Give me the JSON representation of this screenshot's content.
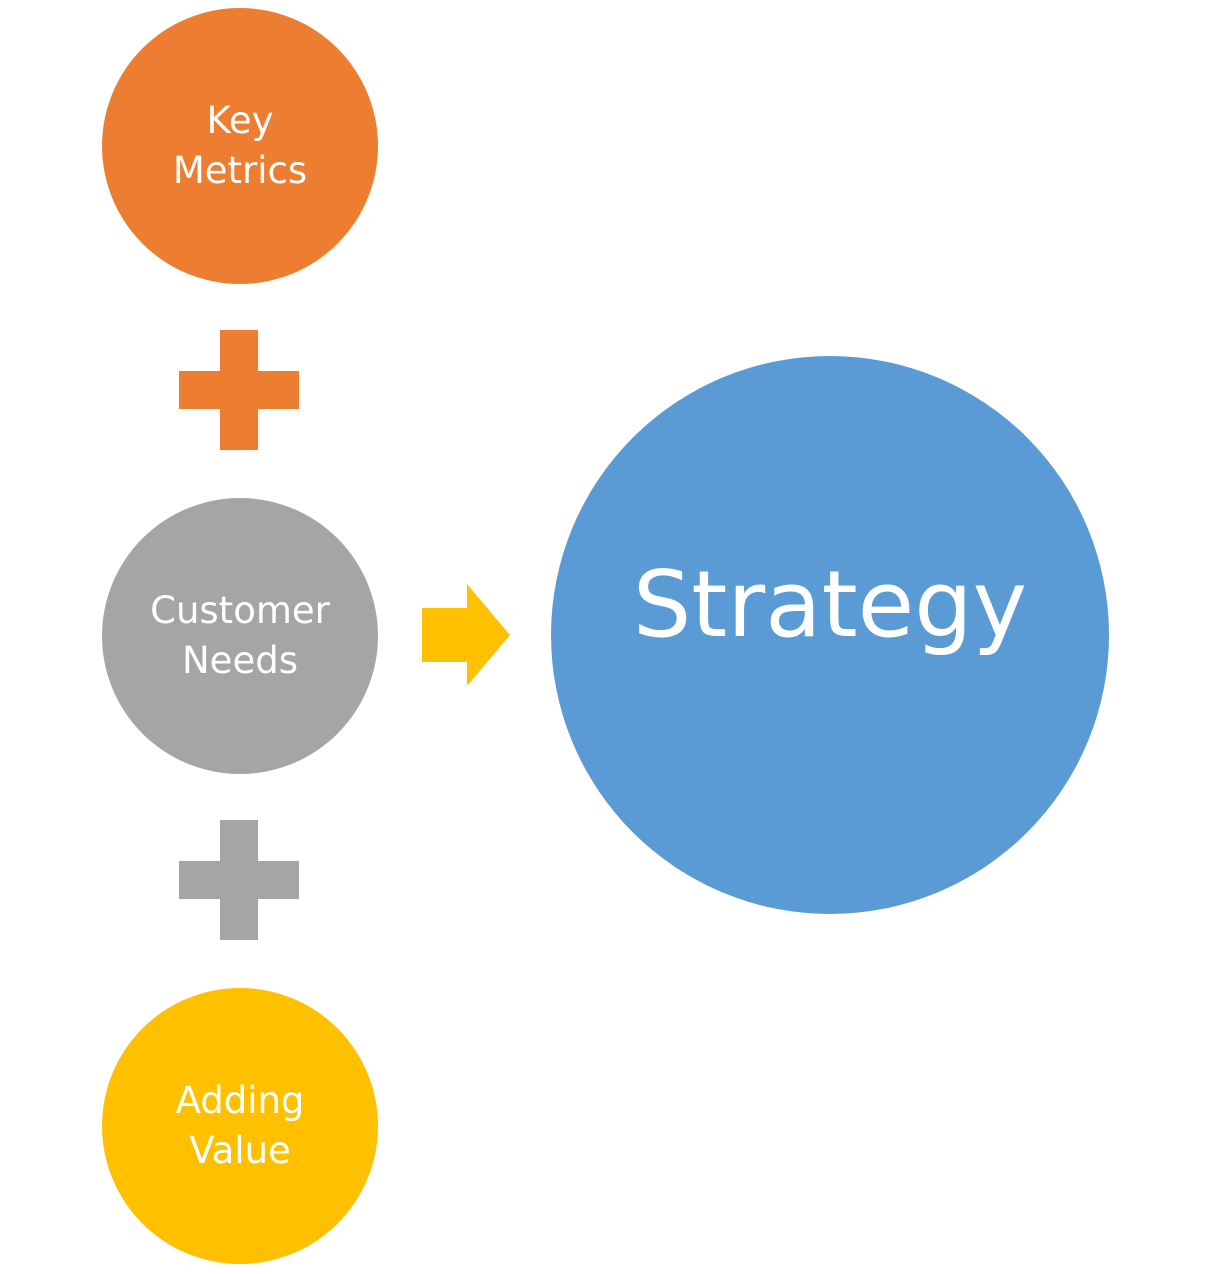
{
  "nodes": {
    "key_metrics": {
      "lines": [
        "Key",
        "Metrics"
      ],
      "color": "#ED7D31"
    },
    "customer_needs": {
      "lines": [
        "Customer",
        "Needs"
      ],
      "color": "#A5A5A5"
    },
    "adding_value": {
      "lines": [
        "Adding",
        "Value"
      ],
      "color": "#FFC000"
    },
    "strategy": {
      "lines": [
        "Strategy"
      ],
      "color": "#5B9BD5"
    }
  },
  "operators": {
    "plus_1": {
      "symbol": "plus",
      "color": "#ED7D31"
    },
    "plus_2": {
      "symbol": "plus",
      "color": "#A5A5A5"
    },
    "arrow": {
      "symbol": "right-arrow",
      "color": "#FFC000"
    }
  }
}
